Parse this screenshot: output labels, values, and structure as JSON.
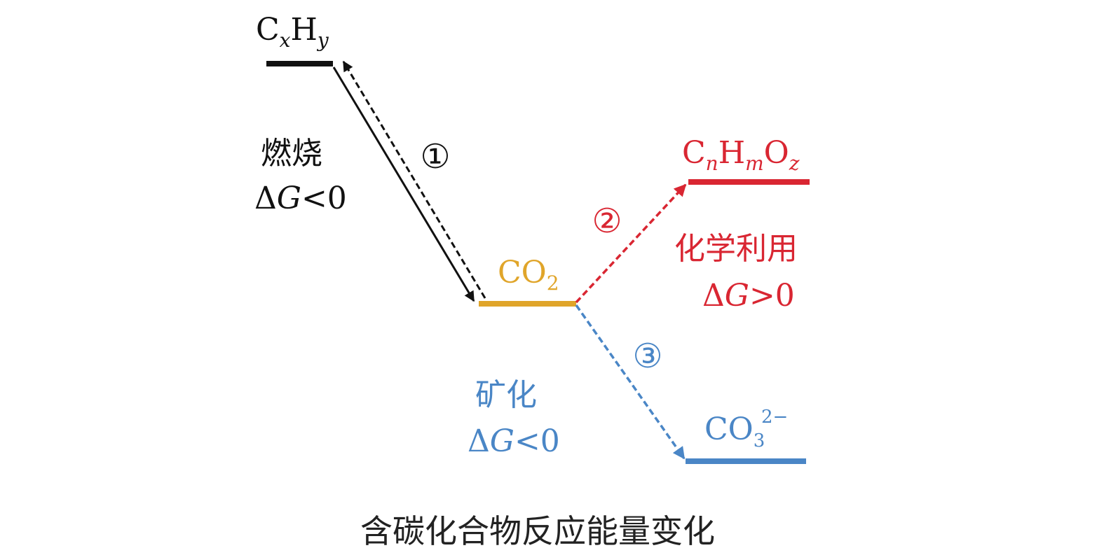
{
  "caption": "含碳化合物反应能量变化",
  "colors": {
    "black": "#111111",
    "gold": "#E0A52A",
    "red": "#D92632",
    "blue": "#4A86C6"
  },
  "species": {
    "hydrocarbon": {
      "base1": "C",
      "sub1": "x",
      "base2": "H",
      "sub2": "y"
    },
    "co2": {
      "base": "CO",
      "sub": "2"
    },
    "product": {
      "base1": "C",
      "sub1": "n",
      "base2": "H",
      "sub2": "m",
      "base3": "O",
      "sub3": "z"
    },
    "carbonate": {
      "base": "CO",
      "sub": "3",
      "sup": "2−"
    }
  },
  "processes": {
    "combustion": {
      "name": "燃烧",
      "dg_delta": "Δ",
      "dg_var": "G",
      "dg_rel": "<0",
      "number": "①"
    },
    "utilization": {
      "name": "化学利用",
      "dg_delta": "Δ",
      "dg_var": "G",
      "dg_rel": ">0",
      "number": "②"
    },
    "mineralization": {
      "name": "矿化",
      "dg_delta": "Δ",
      "dg_var": "G",
      "dg_rel": "<0",
      "number": "③"
    }
  }
}
